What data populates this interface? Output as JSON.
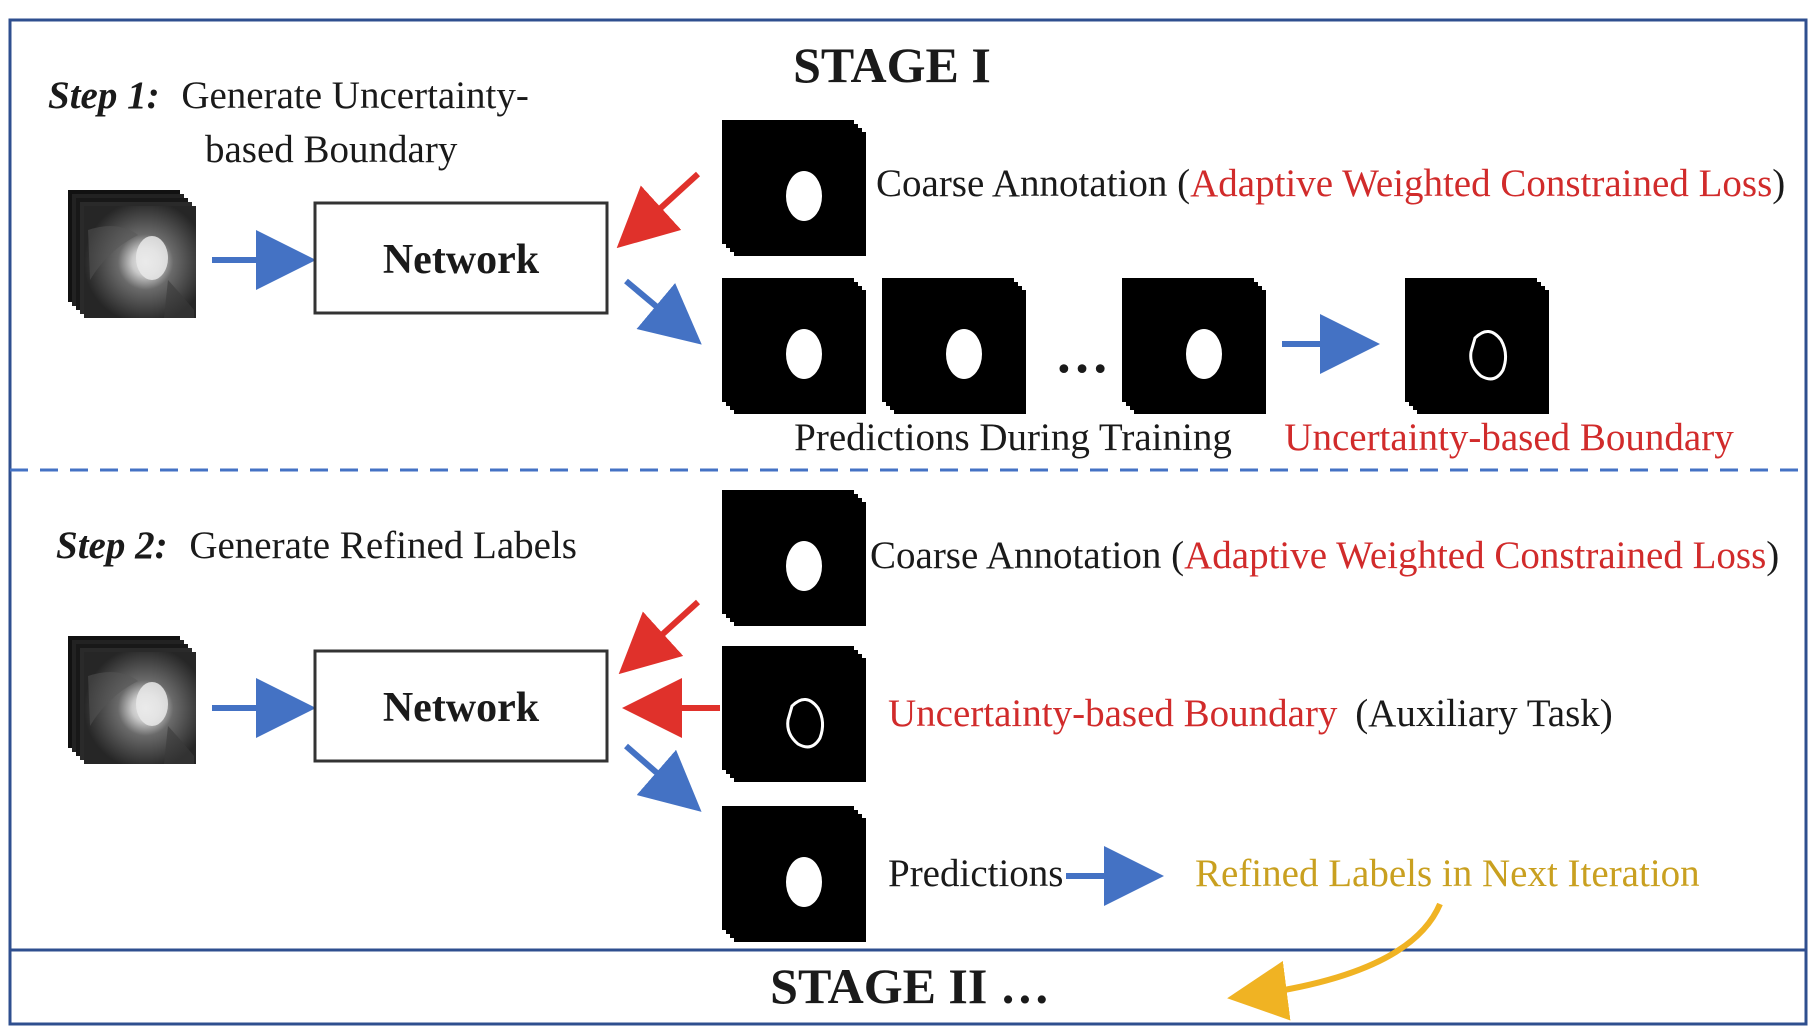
{
  "stage1": {
    "title": "STAGE I",
    "step_label": "Step 1:",
    "step_text_line1": "Generate Uncertainty-",
    "step_text_line2": "based Boundary",
    "network_label": "Network",
    "coarse_prefix": "Coarse Annotation (",
    "coarse_loss": "Adaptive Weighted Constrained Loss",
    "coarse_suffix": ")",
    "ellipsis": "…",
    "predictions_caption": "Predictions During Training",
    "boundary_caption": "Uncertainty-based Boundary"
  },
  "stage2": {
    "step_label": "Step 2:",
    "step_text": "Generate Refined Labels",
    "network_label": "Network",
    "coarse_prefix": "Coarse Annotation (",
    "coarse_loss": "Adaptive Weighted Constrained Loss",
    "coarse_suffix": ")",
    "boundary_label": "Uncertainty-based Boundary",
    "boundary_suffix": "(Auxiliary Task)",
    "predictions_label": "Predictions",
    "refined_label": "Refined Labels in Next Iteration"
  },
  "stage3": {
    "title": "STAGE II …"
  },
  "colors": {
    "frame": "#2f4f8f",
    "blue_arrow": "#4472c4",
    "red_arrow": "#e0312b",
    "gold_arrow": "#f0b323",
    "red_text": "#d12b2b",
    "gold_text": "#c9a020"
  }
}
